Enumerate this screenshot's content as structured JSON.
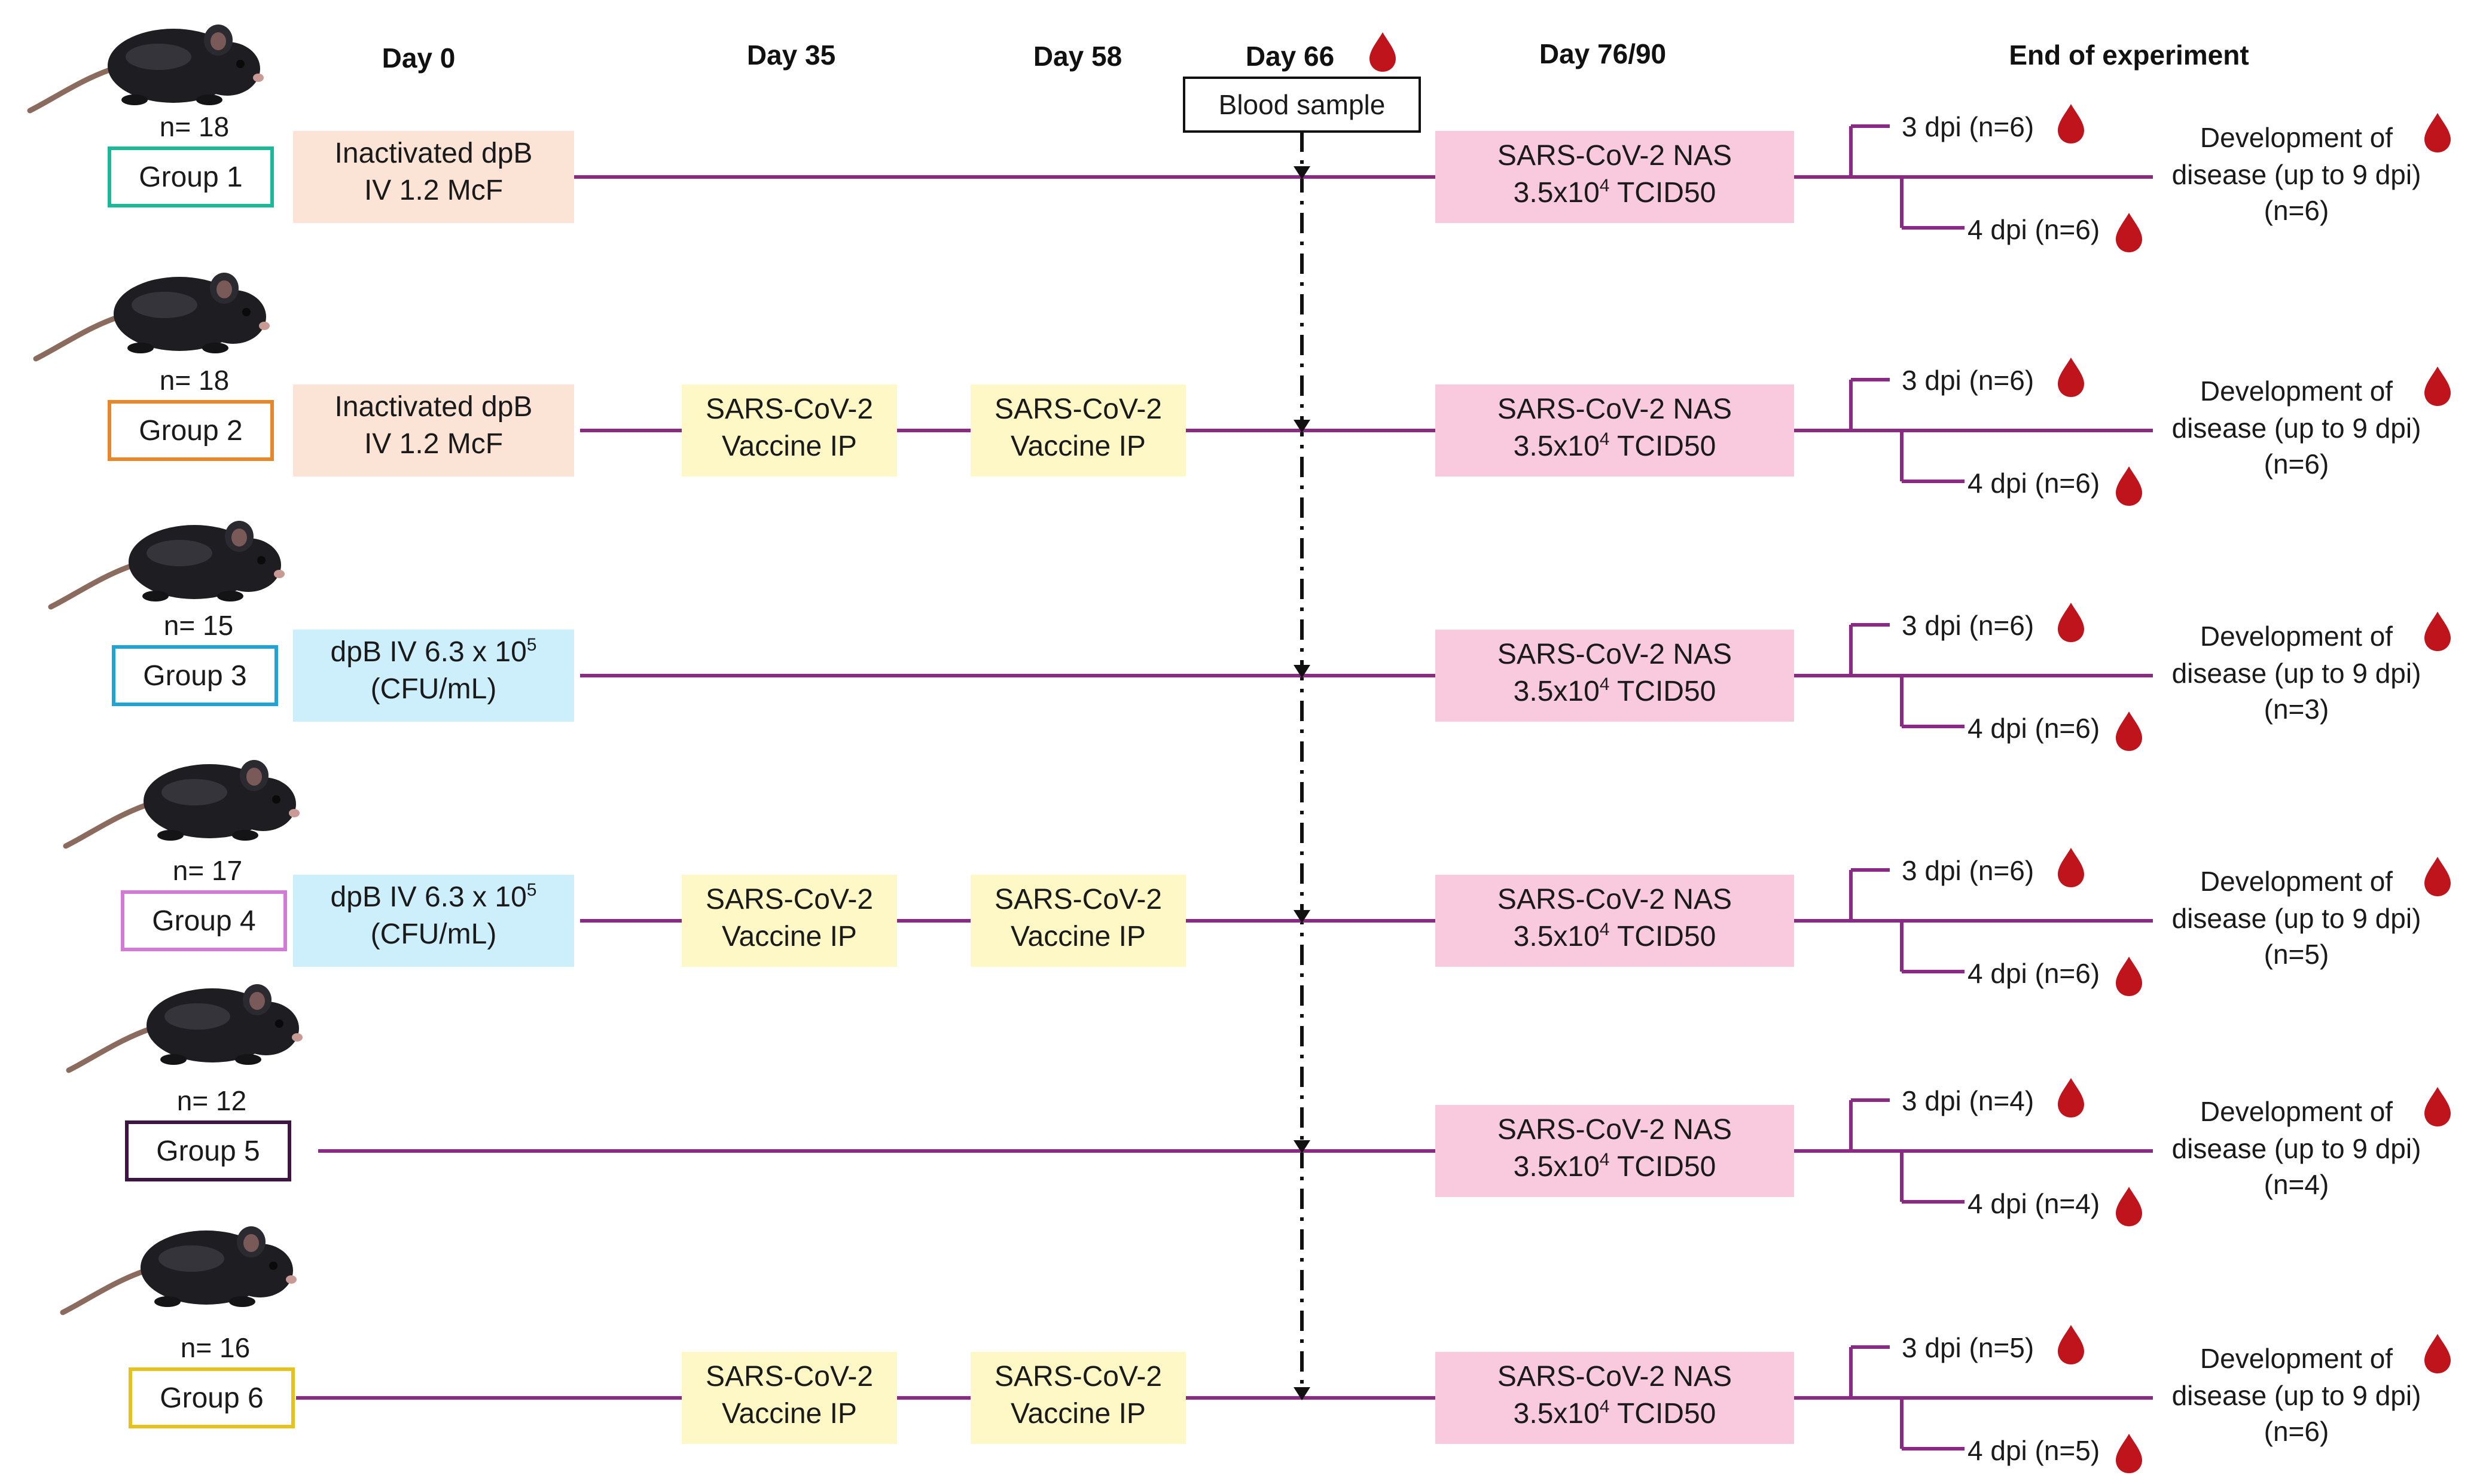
{
  "headers": {
    "day0": "Day 0",
    "day35": "Day 35",
    "day58": "Day 58",
    "day66": "Day 66",
    "day76_90": "Day 76/90",
    "end": "End of experiment"
  },
  "blood_sample_label": "Blood sample",
  "colors": {
    "timeline": "#8b2a85",
    "blood": "#c0141c",
    "dpb_inactivated_fill": "#fbe3d6",
    "dpb_live_fill": "#cdeefb",
    "vaccine_fill": "#fdf8c5",
    "challenge_fill": "#f9c9de"
  },
  "challenge": {
    "line1": "SARS-CoV-2 NAS",
    "line2_base": "3.5x10",
    "line2_sup": "4",
    "line2_rest": " TCID50"
  },
  "vaccine": {
    "line1": "SARS-CoV-2",
    "line2": "Vaccine IP"
  },
  "outcome": {
    "line1": "Development of",
    "line2": "disease (up to 9 dpi)"
  },
  "groups": [
    {
      "n": "n= 18",
      "label": "Group 1",
      "border": "#1ab99a",
      "day0_line1": "Inactivated dpB",
      "day0_line2": "IV 1.2 McF",
      "dpi3": "3 dpi (n=6)",
      "dpi4": "4 dpi (n=6)",
      "outcome_n": "(n=6)"
    },
    {
      "n": "n= 18",
      "label": "Group 2",
      "border": "#e8862a",
      "day0_line1": "Inactivated dpB",
      "day0_line2": "IV 1.2 McF",
      "vac1_l1": "SARS-CoV-2",
      "vac1_l2": "Vaccine IP",
      "vac2_l1": "SARS-CoV-2",
      "vac2_l2": "Vaccine IP",
      "dpi3": "3 dpi (n=6)",
      "dpi4": "4 dpi (n=6)",
      "outcome_n": "(n=6)"
    },
    {
      "n": "n= 15",
      "label": "Group 3",
      "border": "#1ea5d6",
      "day0_line1": "dpB IV 6.3 x 10",
      "day0_sup": "5",
      "day0_line2": "(CFU/mL)",
      "dpi3": "3 dpi (n=6)",
      "dpi4": "4 dpi (n=6)",
      "outcome_n": "(n=3)"
    },
    {
      "n": "n= 17",
      "label": "Group 4",
      "border": "#d47ad6",
      "day0_line1": "dpB IV 6.3 x 10",
      "day0_sup": "5",
      "day0_line2": "(CFU/mL)",
      "vac1_l1": "SARS-CoV-2",
      "vac1_l2": "Vaccine IP",
      "vac2_l1": "SARS-CoV-2",
      "vac2_l2": "Vaccine IP",
      "dpi3": "3 dpi (n=6)",
      "dpi4": "4 dpi (n=6)",
      "outcome_n": "(n=5)"
    },
    {
      "n": "n= 12",
      "label": "Group 5",
      "border": "#3c1640",
      "dpi3": "3 dpi (n=4)",
      "dpi4": "4 dpi (n=4)",
      "outcome_n": "(n=4)"
    },
    {
      "n": "n= 16",
      "label": "Group 6",
      "border": "#e8c21c",
      "vac1_l1": "SARS-CoV-2",
      "vac1_l2": "Vaccine IP",
      "vac2_l1": "SARS-CoV-2",
      "vac2_l2": "Vaccine IP",
      "dpi3": "3 dpi (n=5)",
      "dpi4": "4 dpi (n=5)",
      "outcome_n": "(n=6)"
    }
  ]
}
